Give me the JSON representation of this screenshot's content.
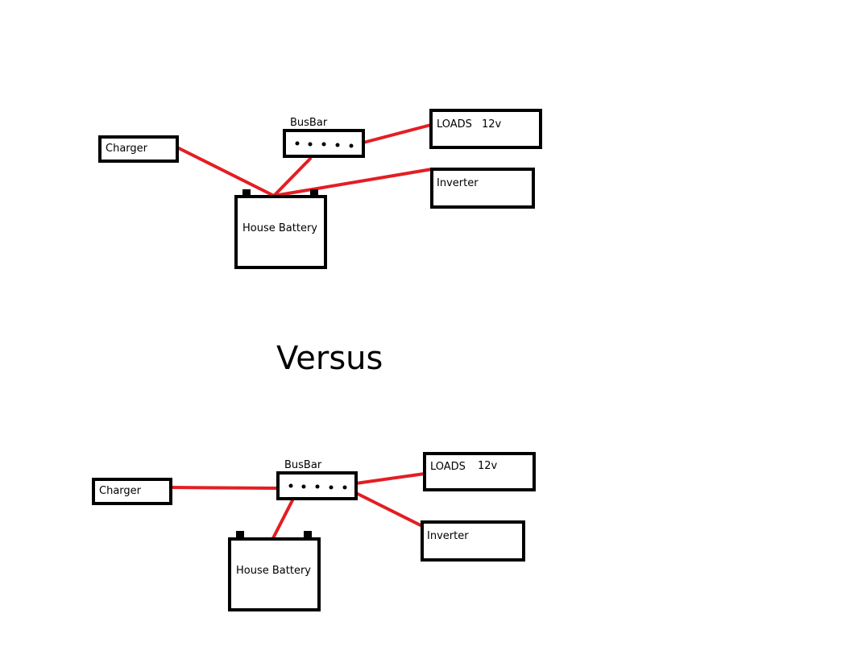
{
  "colors": {
    "wire": "#e31e24",
    "outline": "#000000",
    "background": "#ffffff"
  },
  "separator_text": "Versus",
  "diagrams": [
    {
      "busbar_label": "BusBar",
      "charger_label": "Charger",
      "loads_label": "LOADS",
      "loads_voltage": "12v",
      "inverter_label": "Inverter",
      "battery_label": "House Battery"
    },
    {
      "busbar_label": "BusBar",
      "charger_label": "Charger",
      "loads_label": "LOADS",
      "loads_voltage": "12v",
      "inverter_label": "Inverter",
      "battery_label": "House Battery"
    }
  ]
}
